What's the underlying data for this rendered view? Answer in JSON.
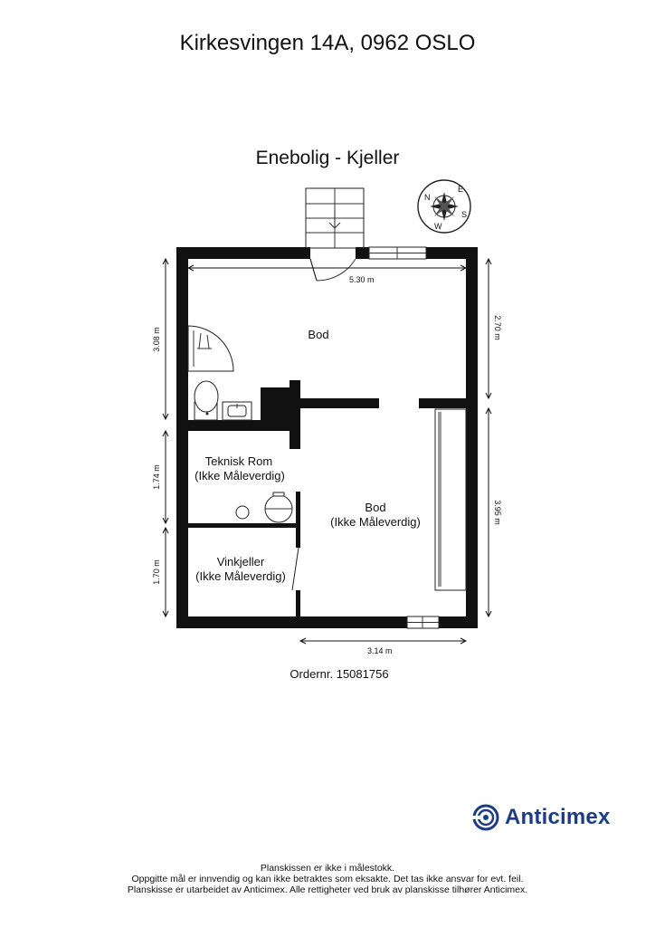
{
  "header": {
    "address": "Kirkesvingen 14A, 0962 OSLO",
    "floor_title": "Enebolig  - Kjeller"
  },
  "plan": {
    "compass_letters": [
      "N",
      "E",
      "S",
      "W"
    ],
    "dimensions": {
      "top_width": "5.30 m",
      "left_upper": "3.08 m",
      "left_middle": "1.74 m",
      "left_lower": "1.70 m",
      "right_upper": "2.70 m",
      "right_lower": "3.95 m",
      "bottom_width": "3.14 m"
    },
    "rooms": {
      "bod_upper": "Bod",
      "teknisk_line1": "Teknisk Rom",
      "teknisk_line2": "(Ikke Måleverdig)",
      "bod_lower_line1": "Bod",
      "bod_lower_line2": "(Ikke Måleverdig)",
      "vinkjeller_line1": "Vinkjeller",
      "vinkjeller_line2": "(Ikke Måleverdig)"
    }
  },
  "order_number": "Ordernr. 15081756",
  "logo": {
    "text": "Anticimex",
    "color": "#1d3c84"
  },
  "footer": {
    "line1": "Planskissen er ikke i målestokk.",
    "line2": "Oppgitte mål er innvendig og kan ikke betraktes som eksakte. Det tas ikke ansvar for evt. feil.",
    "line3": "Planskisse er utarbeidet av Anticimex. Alle rettigheter ved bruk av planskisse tilhører Anticimex."
  }
}
